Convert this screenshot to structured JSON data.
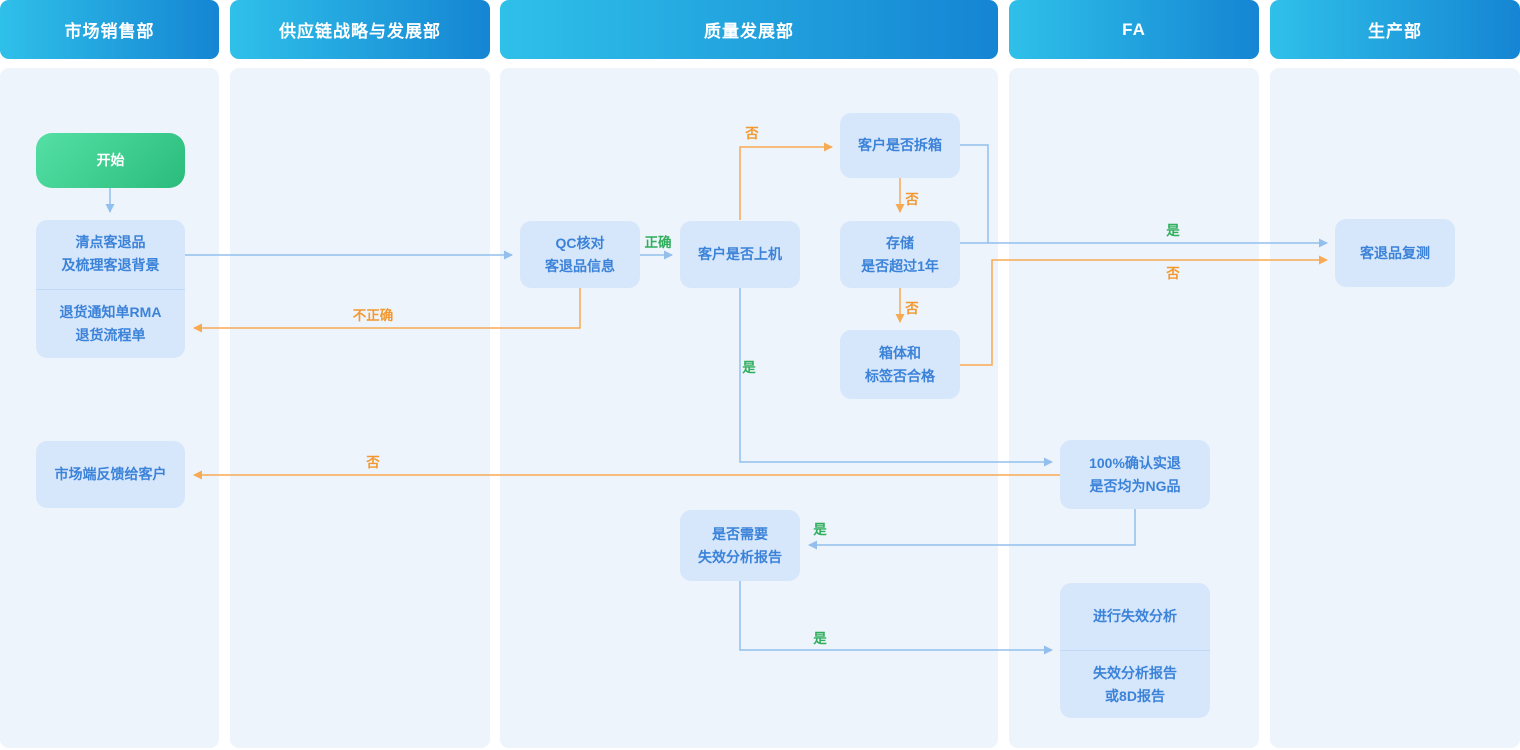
{
  "lanes": [
    {
      "title": "市场销售部"
    },
    {
      "title": "供应链战略与发展部"
    },
    {
      "title": "质量发展部"
    },
    {
      "title": "FA"
    },
    {
      "title": "生产部"
    }
  ],
  "nodes": {
    "start": {
      "label": "开始"
    },
    "count_goods": {
      "line1": "清点客退品",
      "line2": "及梳理客退背景"
    },
    "rma_doc": {
      "line1": "退货通知单RMA",
      "line2": "退货流程单"
    },
    "qc_check": {
      "line1": "QC核对",
      "line2": "客退品信息"
    },
    "on_machine": {
      "label": "客户是否上机"
    },
    "unboxed": {
      "label": "客户是否拆箱"
    },
    "storage": {
      "line1": "存储",
      "line2": "是否超过1年"
    },
    "box_label": {
      "line1": "箱体和",
      "line2": "标签否合格"
    },
    "retest": {
      "label": "客退品复测"
    },
    "feedback": {
      "label": "市场端反馈给客户"
    },
    "confirm_ng": {
      "line1": "100%确认实退",
      "line2": "是否均为NG品"
    },
    "need_fa": {
      "line1": "是否需要",
      "line2": "失效分析报告"
    },
    "do_fa": {
      "label": "进行失效分析"
    },
    "fa_report": {
      "line1": "失效分析报告",
      "line2": "或8D报告"
    }
  },
  "edge_labels": {
    "correct": "正确",
    "incorrect": "不正确",
    "yes": "是",
    "no": "否"
  },
  "colors": {
    "header-grad-a": "#2fc0e9",
    "header-grad-b": "#1585d3",
    "lane-bg": "#eef4fc",
    "node-bg": "#d7e7fb",
    "node-text": "#3b82d9",
    "node-divider": "#c2d9f5",
    "start-grad-a": "#55e0a5",
    "start-grad-b": "#2abc7c",
    "edge-blue": "#92bfed",
    "edge-orange": "#f7aa54",
    "label-green": "#2fae5b",
    "label-orange": "#f2982f"
  }
}
